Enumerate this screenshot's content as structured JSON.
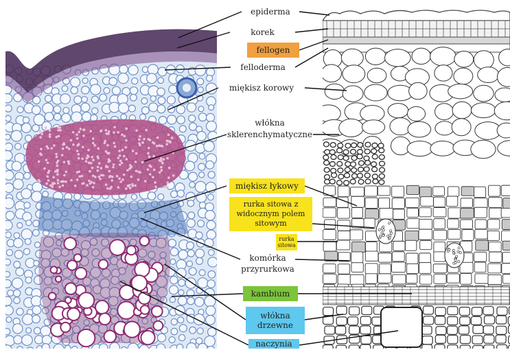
{
  "colors": {
    "orange": "#f0a040",
    "yellow": "#f8e21c",
    "green": "#7cc43a",
    "blue": "#5ec8ef",
    "xylem_purple": "#9b2f6f",
    "phloem_fibres": "#b05a8a",
    "stain_blue": "#3b5db0"
  },
  "labels": {
    "epiderma": "epiderma",
    "korek": "korek",
    "fellogen": "fellogen",
    "felloderma": "felloderma",
    "miekisz_korowy": "miękisz korowy",
    "wlokna_skler_1": "włókna",
    "wlokna_skler_2": "sklerenchymatyczne",
    "miekisz_lykowy": "miękisz łykowy",
    "rurka_pole_1": "rurka sitowa z",
    "rurka_pole_2": "widocznym polem",
    "rurka_pole_3": "sitowym",
    "rurka_1": "rurka",
    "rurka_2": "sitowa",
    "komorka_1": "komórka",
    "komorka_2": "przyrurkowa",
    "kambium": "kambium",
    "wlokna_drzewne_1": "włókna",
    "wlokna_drzewne_2": "drzewne",
    "naczynia": "naczynia"
  }
}
